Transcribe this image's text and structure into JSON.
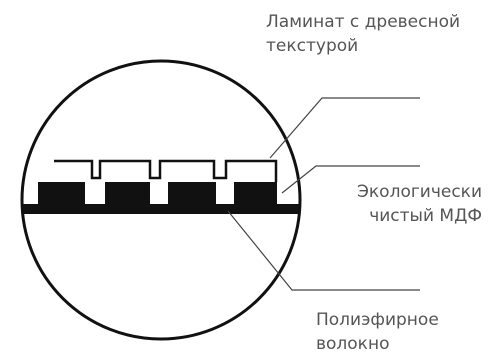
{
  "callouts": {
    "laminate": {
      "line1": "Ламинат с древесной",
      "line2": "текстурой"
    },
    "mdf": {
      "line1": "Экологически",
      "line2": "чистый МДФ"
    },
    "fiber": {
      "line1": "Полиэфирное",
      "line2": "волокно"
    }
  },
  "colors": {
    "stroke": "#111111",
    "leader": "#444444",
    "label": "#555555"
  }
}
